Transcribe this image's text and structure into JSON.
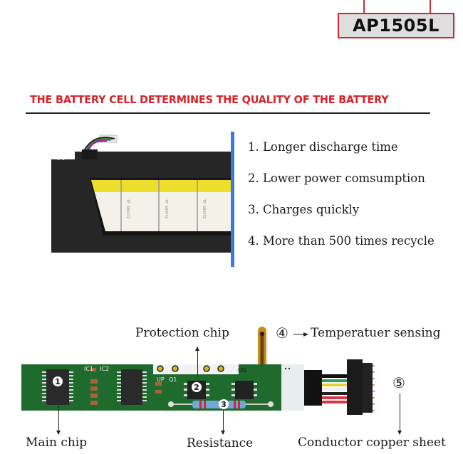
{
  "model_badge": {
    "label": "AP1505L",
    "border_color": "#d0262f"
  },
  "headline": {
    "text": "THE BATTERY CELL DETERMINES THE QUALITY OF THE BATTERY",
    "color": "#d8232a"
  },
  "features": [
    {
      "label": "1. Longer discharge time"
    },
    {
      "label": "2. Lower power comsumption"
    },
    {
      "label": "3. Charges quickly"
    },
    {
      "label": "4. More than 500 times recycle"
    }
  ],
  "battery_image": {
    "icon": "battery-pack-icon",
    "accent_color": "#3b7be0"
  },
  "pcb_diagram": {
    "silkscreen": [
      "IC1",
      "IC2",
      "UP",
      "Q1",
      "UG"
    ],
    "markers": [
      "1",
      "2",
      "3"
    ],
    "labels": {
      "protection_chip": "Protection chip",
      "temperature_marker": "④",
      "temperature": "Temperatuer sensing",
      "connector_marker": "⑤",
      "main_chip": "Main chip",
      "resistance": "Resistance",
      "conductor": "Conductor copper sheet"
    }
  }
}
